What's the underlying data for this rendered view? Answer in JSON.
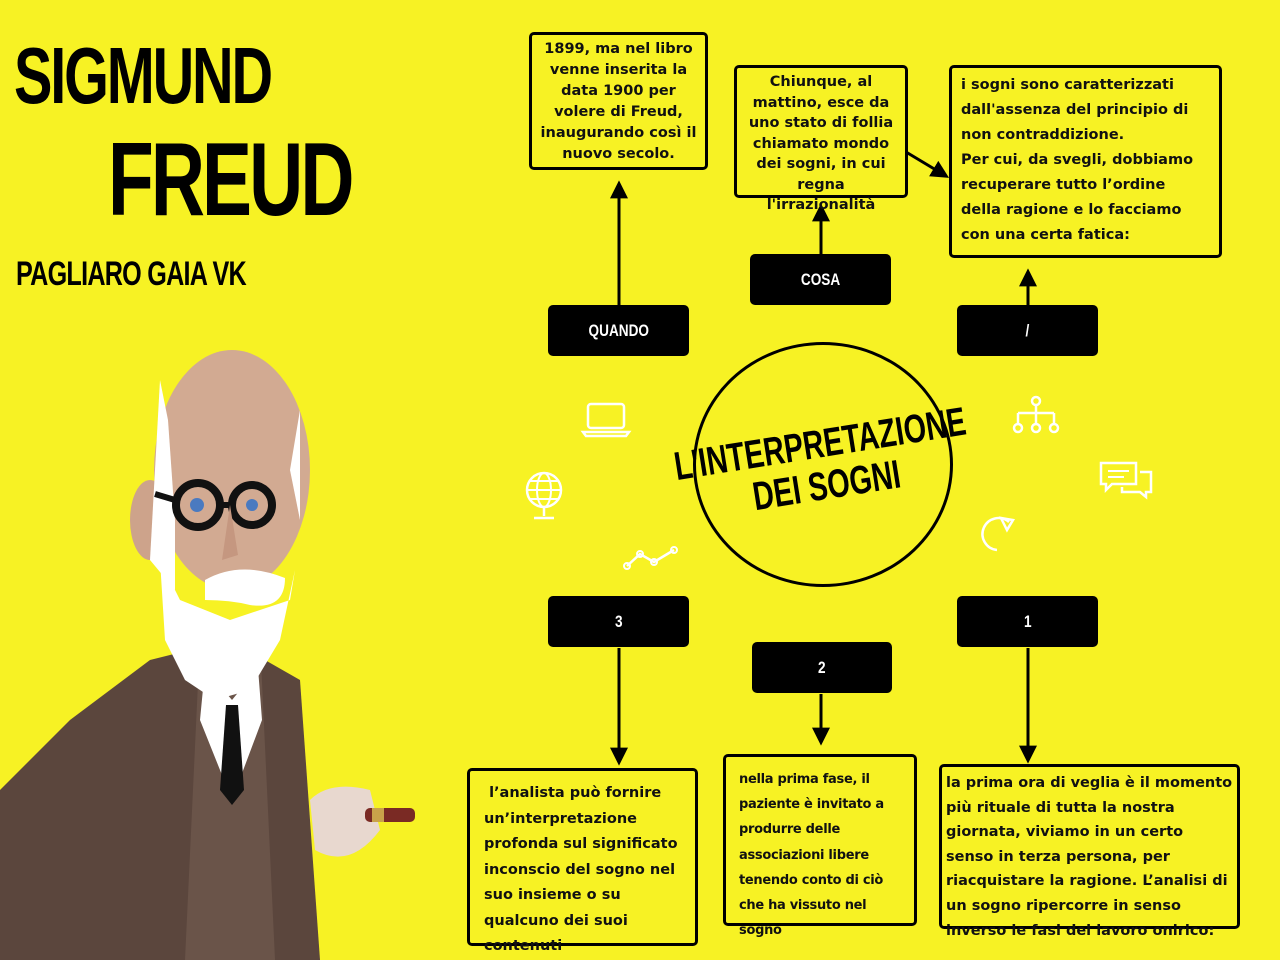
{
  "header": {
    "title_line1": "SIGMUND",
    "title_line2": "FREUD",
    "author": "PAGLIARO GAIA VK"
  },
  "center": {
    "line1": "L'INTERPRETAZIONE",
    "line2": "DEI SOGNI"
  },
  "labels": {
    "quando": "QUANDO",
    "cosa": "COSA",
    "slash": "/",
    "one": "1",
    "two": "2",
    "three": "3"
  },
  "boxes": {
    "quando_text": "1899, ma nel libro venne inserita la data 1900 per volere di Freud, inaugurando così il nuovo secolo.",
    "cosa_text": "Chiunque, al mattino, esce da uno stato di follia chiamato mondo dei sogni, in cui regna l'irrazionalità",
    "slash_text_1": "i sogni sono caratterizzati dall'assenza del principio di non contraddizione.",
    "slash_text_2": "Per cui, da svegli, dobbiamo recuperare tutto l’ordine della ragione e lo facciamo con una certa fatica:",
    "one_text": "la prima ora di veglia è il momento più rituale di tutta la nostra giornata, viviamo in un certo senso in terza persona, per riacquistare la ragione. L’analisi di un sogno ripercorre in senso inverso le fasi del lavoro onirico:",
    "two_text": "nella prima fase, il paziente è invitato a produrre delle associazioni libere tenendo conto di ciò che ha vissuto nel sogno",
    "three_text": " l’analista può fornire un’interpretazione profonda sul significato inconscio del sogno nel suo insieme o su qualcuno dei suoi contenuti"
  },
  "icons": [
    "laptop-icon",
    "globe-icon",
    "line-chart-icon",
    "org-chart-icon",
    "chat-bubbles-icon",
    "rotate-arrow-icon"
  ],
  "colors": {
    "background": "#f7f224",
    "ink": "#000000",
    "label_text": "#ffffff"
  }
}
